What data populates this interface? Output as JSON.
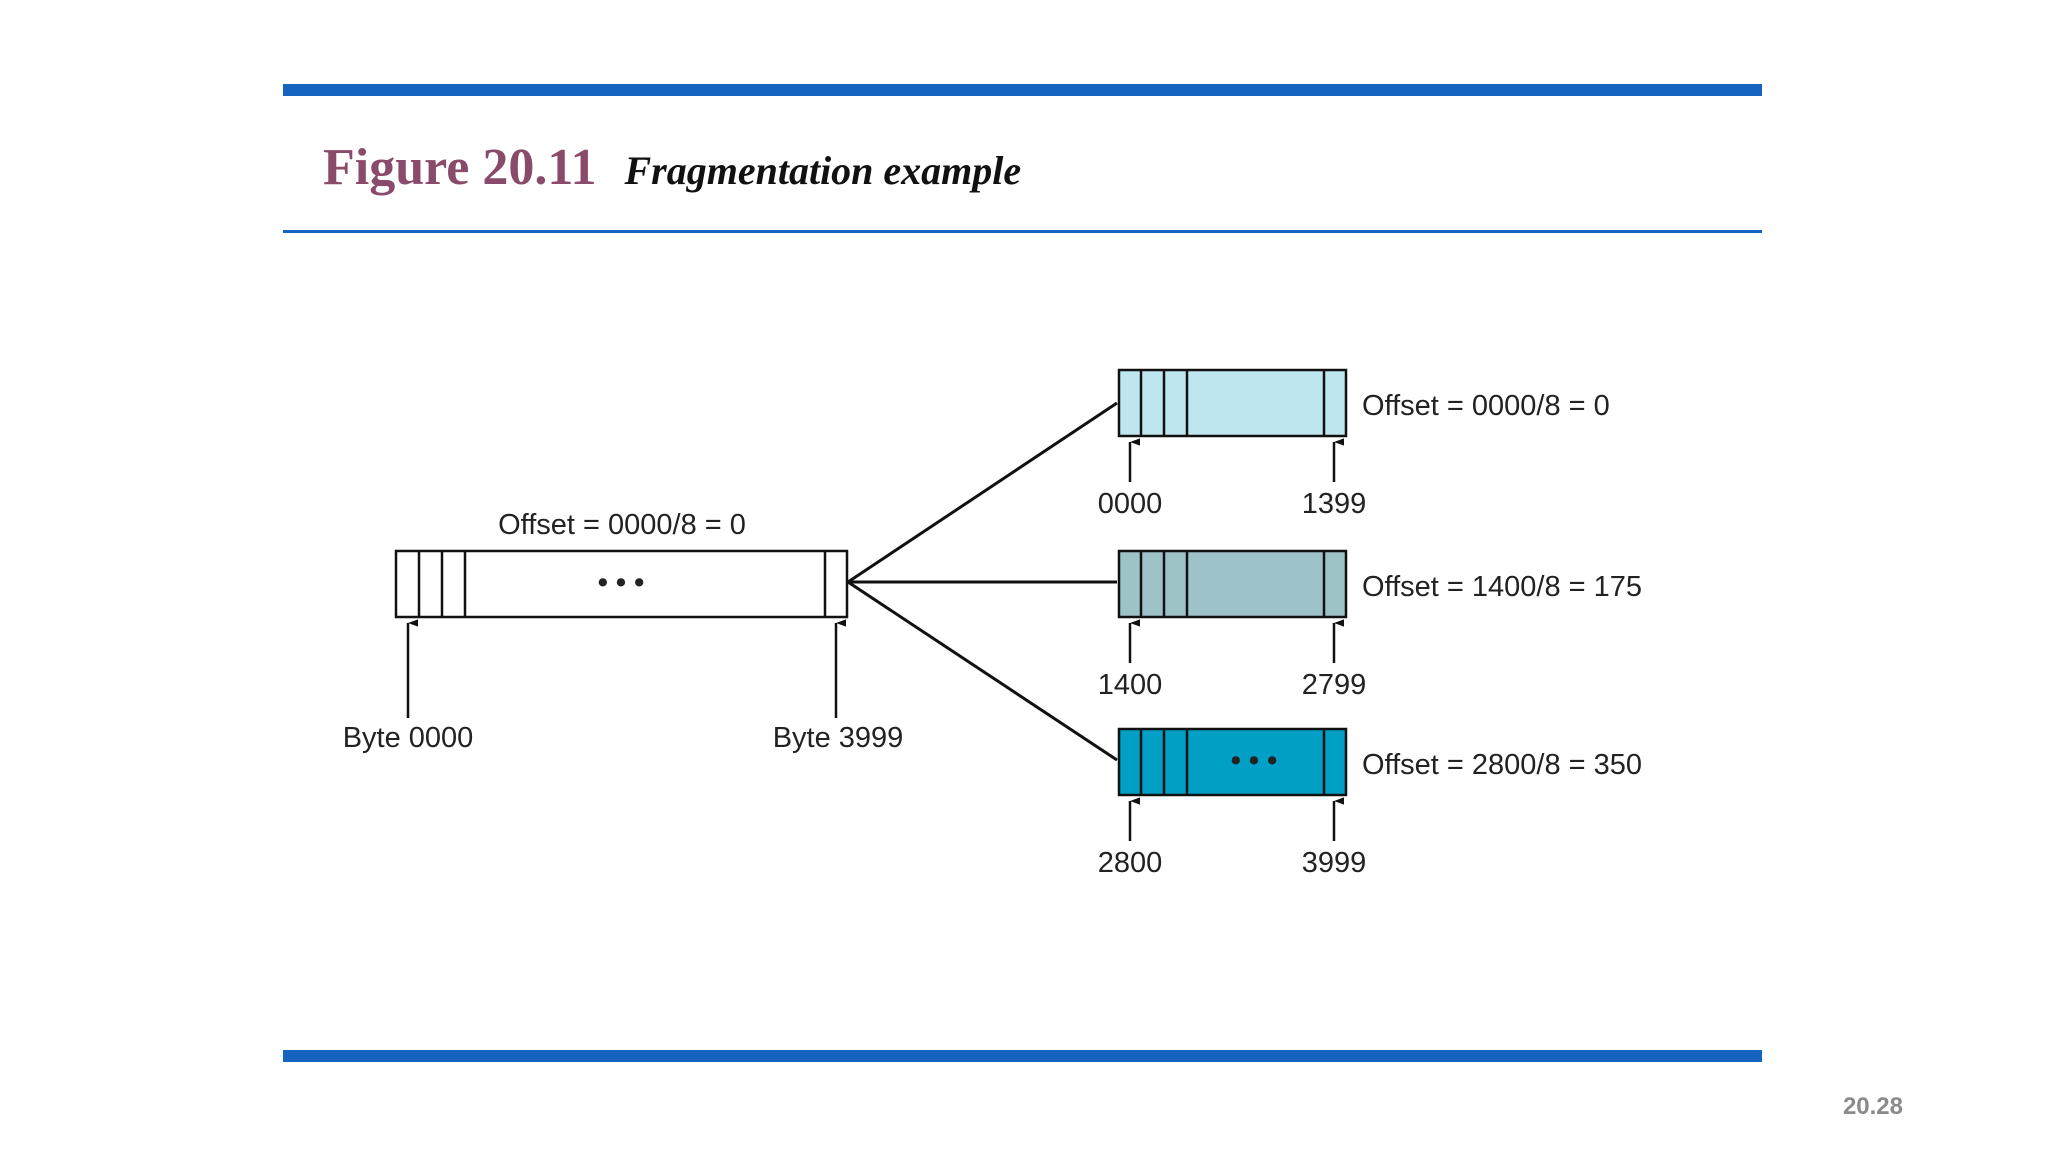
{
  "title": {
    "figure_number": "Figure 20.11",
    "caption": "Fragmentation example"
  },
  "page_number": "20.28",
  "colors": {
    "rule": "#1565c0",
    "figure_number": "#8a4a6a",
    "fragment_1": "#bde6ef",
    "fragment_2": "#9dc3c9",
    "fragment_3": "#00a0c6"
  },
  "original": {
    "offset_label": "Offset = 0000/8 = 0",
    "start_label": "Byte 0000",
    "end_label": "Byte 3999",
    "ellipsis": "• • •"
  },
  "fragments": [
    {
      "offset_label": "Offset = 0000/8 = 0",
      "start": "0000",
      "end": "1399",
      "ellipsis": ""
    },
    {
      "offset_label": "Offset = 1400/8 = 175",
      "start": "1400",
      "end": "2799",
      "ellipsis": ""
    },
    {
      "offset_label": "Offset = 2800/8 = 350",
      "start": "2800",
      "end": "3999",
      "ellipsis": "• • •"
    }
  ]
}
